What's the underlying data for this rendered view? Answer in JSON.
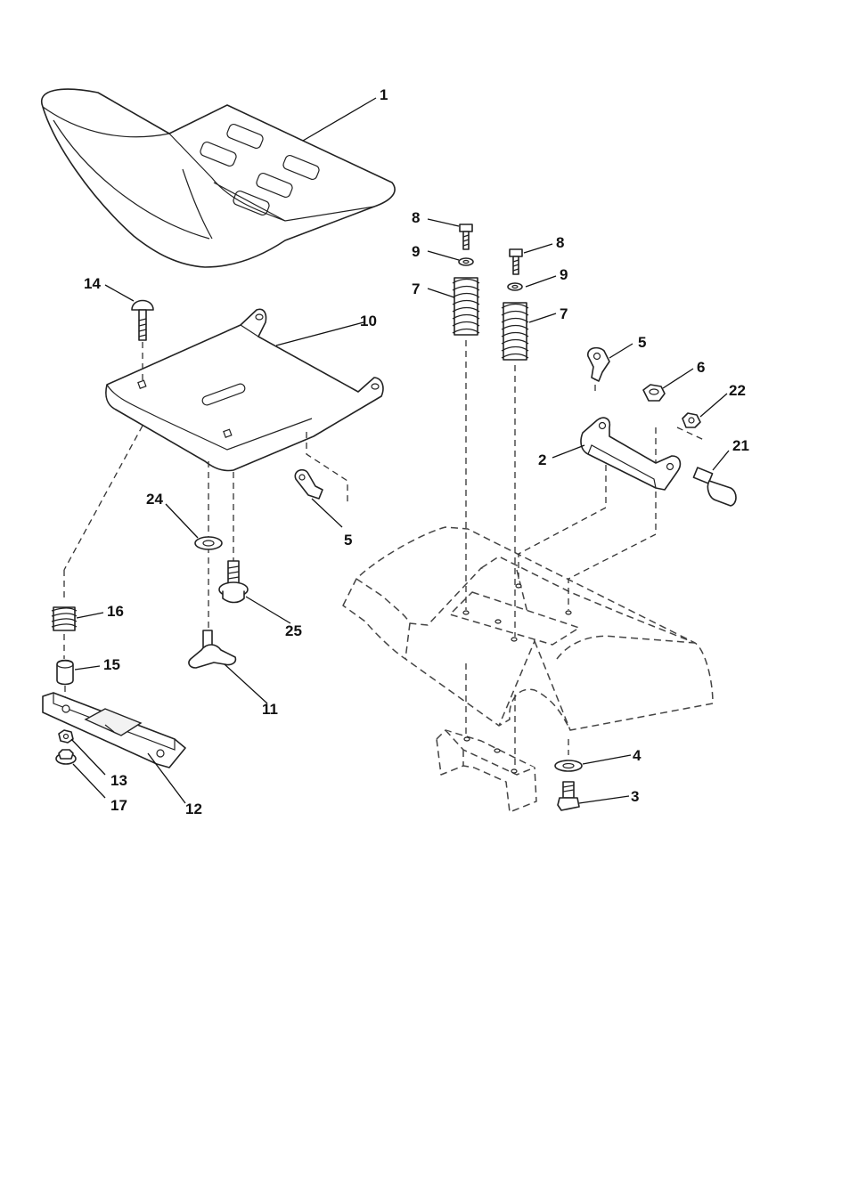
{
  "callouts": [
    {
      "id": "c1",
      "label": "1"
    },
    {
      "id": "c2",
      "label": "2"
    },
    {
      "id": "c3",
      "label": "3"
    },
    {
      "id": "c4",
      "label": "4"
    },
    {
      "id": "c5a",
      "label": "5"
    },
    {
      "id": "c5b",
      "label": "5"
    },
    {
      "id": "c6",
      "label": "6"
    },
    {
      "id": "c7a",
      "label": "7"
    },
    {
      "id": "c7b",
      "label": "7"
    },
    {
      "id": "c8a",
      "label": "8"
    },
    {
      "id": "c8b",
      "label": "8"
    },
    {
      "id": "c9a",
      "label": "9"
    },
    {
      "id": "c9b",
      "label": "9"
    },
    {
      "id": "c10",
      "label": "10"
    },
    {
      "id": "c11",
      "label": "11"
    },
    {
      "id": "c12",
      "label": "12"
    },
    {
      "id": "c13",
      "label": "13"
    },
    {
      "id": "c14",
      "label": "14"
    },
    {
      "id": "c15",
      "label": "15"
    },
    {
      "id": "c16",
      "label": "16"
    },
    {
      "id": "c17",
      "label": "17"
    },
    {
      "id": "c21",
      "label": "21"
    },
    {
      "id": "c22",
      "label": "22"
    },
    {
      "id": "c24",
      "label": "24"
    },
    {
      "id": "c25",
      "label": "25"
    }
  ]
}
